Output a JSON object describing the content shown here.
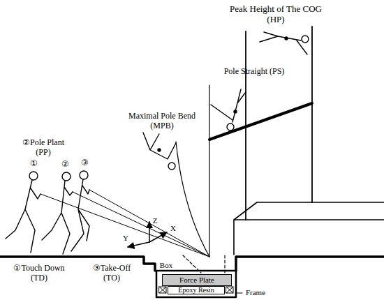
{
  "diagram": {
    "nodes": [
      {
        "text": [
          "Force Plate"
        ]
      },
      {
        "text": [
          "Epoxy Resin"
        ]
      }
    ],
    "labels": [
      "Peak Height of The COG (HP)",
      "Pole Straight (PS)",
      "Maximal Pole Bend (MPB)",
      "②Pole Plant (PP)",
      "①",
      "②",
      "③",
      "Z",
      "X",
      "Y",
      "Box",
      "Frame",
      "①Touch Down (TD)",
      "③Take-Off (TO)"
    ]
  }
}
